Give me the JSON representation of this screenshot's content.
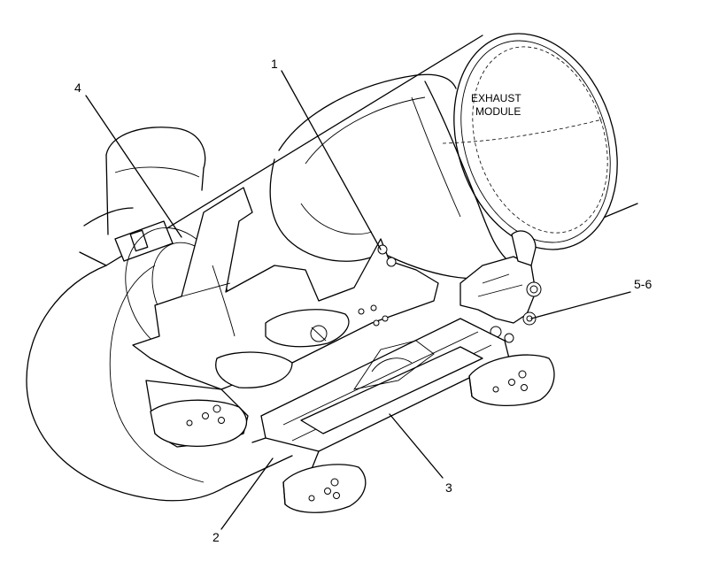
{
  "module_label": {
    "line1": "EXHAUST",
    "line2": "MODULE"
  },
  "callouts": [
    {
      "id": "1",
      "label": "1"
    },
    {
      "id": "2",
      "label": "2"
    },
    {
      "id": "3",
      "label": "3"
    },
    {
      "id": "4",
      "label": "4"
    },
    {
      "id": "5-6",
      "label": "5-6"
    }
  ]
}
